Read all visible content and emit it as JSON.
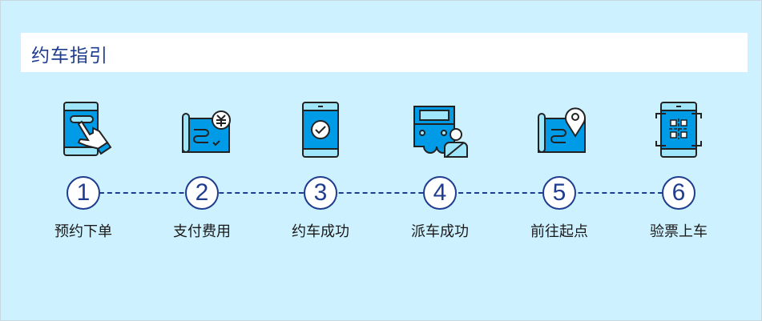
{
  "header": {
    "title": "约车指引"
  },
  "colors": {
    "background": "#cdf1fe",
    "accent": "#009be6",
    "navy": "#1f3d8f"
  },
  "steps": [
    {
      "number": "1",
      "label": "预约下单",
      "icon": "phone-tap-icon"
    },
    {
      "number": "2",
      "label": "支付费用",
      "icon": "map-payment-icon"
    },
    {
      "number": "3",
      "label": "约车成功",
      "icon": "phone-check-icon"
    },
    {
      "number": "4",
      "label": "派车成功",
      "icon": "bus-driver-icon"
    },
    {
      "number": "5",
      "label": "前往起点",
      "icon": "map-pin-icon"
    },
    {
      "number": "6",
      "label": "验票上车",
      "icon": "phone-qr-scan-icon"
    }
  ]
}
